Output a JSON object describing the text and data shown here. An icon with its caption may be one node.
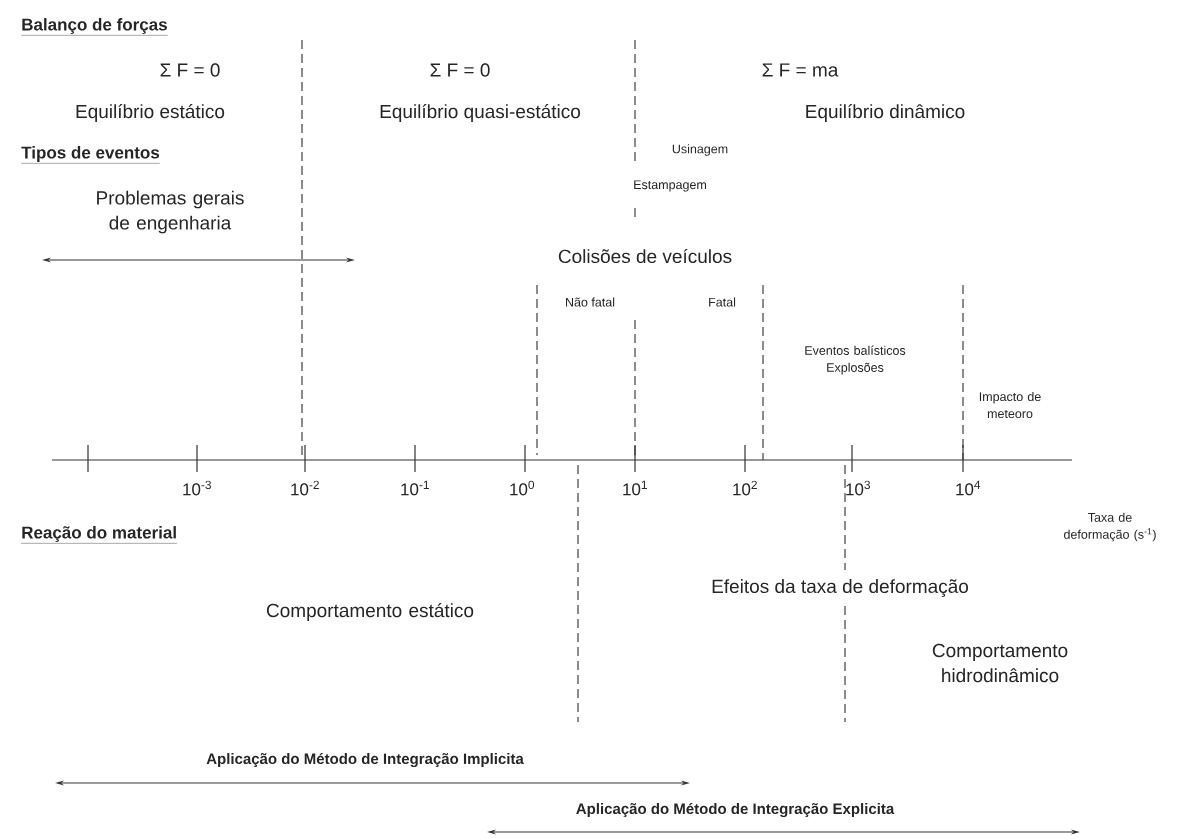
{
  "diagram": {
    "labels": [
      "Balanço de forças",
      "Σ F = 0",
      "Σ F = 0",
      "Σ F = ma",
      "Equilíbrio estático",
      "Equilíbrio quasi-estático",
      "Equilíbrio dinâmico",
      "Tipos de eventos",
      "Usinagem",
      "Problemas gerais de engenharia",
      "Estampagem",
      "Colisões de veículos",
      "Não fatal",
      "Fatal",
      "Eventos balísticos Explosões",
      "Impacto de meteoro",
      "10$^{-3}$",
      "10$^{-2}$",
      "10$^{-1}$",
      "10$^{0}$",
      "10$^{1}$",
      "10$^{2}$",
      "10$^{3}$",
      "10$^{4}$",
      "Taxa de deformação (s$^{-1}$)",
      "Reação do material",
      "Comportamento estático",
      "Efeitos da taxa de deformação",
      "Comportamento hidrodinâmico",
      "Aplicação do Método de Integração Implicita",
      "Aplicação do Método de Integração Explicita"
    ]
  }
}
